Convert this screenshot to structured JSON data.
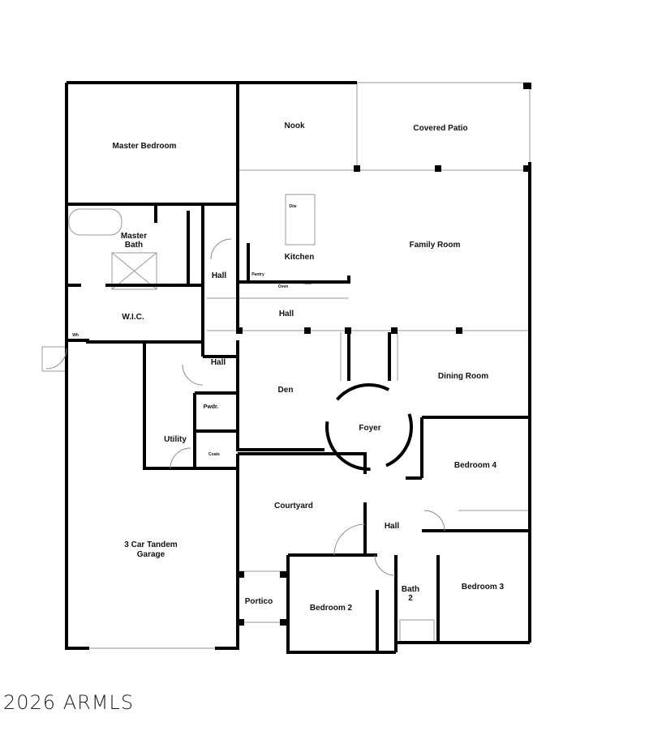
{
  "rooms": {
    "master_bedroom": "Master Bedroom",
    "nook": "Nook",
    "covered_patio": "Covered Patio",
    "master_bath_1": "Master",
    "master_bath_2": "Bath",
    "hall_1": "Hall",
    "kitchen": "Kitchen",
    "family_room": "Family Room",
    "pantry": "Pantry",
    "oven": "Oven",
    "ref": "Ref.",
    "dw": "D/w",
    "hall_2": "Hall",
    "wic": "W.I.C.",
    "wh": "Wh",
    "hall_3": "Hall",
    "den": "Den",
    "dining_room": "Dining Room",
    "pwdr": "Pwdr.",
    "foyer": "Foyer",
    "utility": "Utility",
    "coats": "Coats",
    "bedroom_4": "Bedroom 4",
    "courtyard": "Courtyard",
    "hall_4": "Hall",
    "garage_1": "3 Car Tandem",
    "garage_2": "Garage",
    "bedroom_3": "Bedroom 3",
    "bath2_1": "Bath",
    "bath2_2": "2",
    "portico": "Portico",
    "bedroom_2": "Bedroom 2"
  },
  "watermark": "2026 ARMLS"
}
